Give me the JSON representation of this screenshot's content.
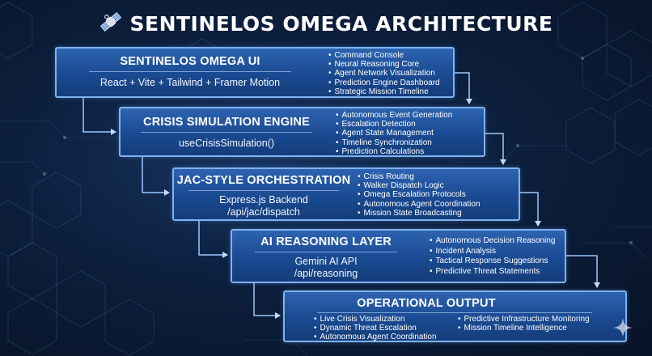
{
  "title": "SENTINELOS OMEGA ARCHITECTURE",
  "colors": {
    "accent": "#7fb2ee",
    "box": "#1a4a91",
    "arrow": "#9ec8ff",
    "background": "#0c1f3d"
  },
  "icons": {
    "title": "satellite-icon",
    "corner": "sparkle-icon"
  },
  "stages": [
    {
      "title": "SENTINELOS OMEGA UI",
      "lines": [
        "React + Vite + Tailwind + Framer Motion"
      ],
      "bullets": [
        "Command Console",
        "Neural Reasoning Core",
        "Agent Network Visualization",
        "Prediction Engine Dashboard",
        "Strategic Mission Timeline"
      ]
    },
    {
      "title": "CRISIS SIMULATION ENGINE",
      "lines": [
        "useCrisisSimulation()"
      ],
      "bullets": [
        "Autonomous Event Generation",
        "Escalation Detection",
        "Agent State Management",
        "Timeline Synchronization",
        "Prediction Calculations"
      ]
    },
    {
      "title": "JAC-STYLE ORCHESTRATION",
      "lines": [
        "Express.js Backend",
        "/api/jac/dispatch"
      ],
      "bullets": [
        "Crisis Routing",
        "Walker Dispatch Logic",
        "Omega Escalation Protocols",
        "Autonomous Agent Coordination",
        "Mission State Broadcasting"
      ]
    },
    {
      "title": "AI REASONING LAYER",
      "lines": [
        "Gemini AI API",
        "/api/reasoning"
      ],
      "bullets": [
        "Autonomous Decision Reasoning",
        "Incident Analysis",
        "Tactical Response Suggestions",
        "Predictive Threat Statements"
      ]
    },
    {
      "title": "OPERATIONAL OUTPUT",
      "bullets_left": [
        "Live Crisis Visualization",
        "Dynamic Threat Escalation",
        "Autonomous Agent Coordination"
      ],
      "bullets_right": [
        "Predictive Infrastructure Monitoring",
        "Mission Timeline Intelligence"
      ]
    }
  ]
}
